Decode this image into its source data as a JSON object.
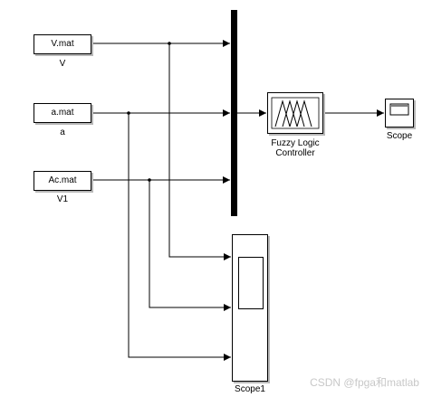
{
  "blocks": {
    "source_v": {
      "text": "V.mat",
      "label": "V"
    },
    "source_a": {
      "text": "a.mat",
      "label": "a"
    },
    "source_ac": {
      "text": "Ac.mat",
      "label": "V1"
    },
    "fuzzy": {
      "label_line1": "Fuzzy Logic",
      "label_line2": "Controller"
    },
    "scope": {
      "label": "Scope"
    },
    "scope1": {
      "label": "Scope1"
    }
  },
  "watermark": "CSDN @fpga和matlab",
  "colors": {
    "line": "#000000",
    "shadow": "#b8b8b8",
    "background": "#ffffff",
    "watermark": "#c8c8c8"
  }
}
